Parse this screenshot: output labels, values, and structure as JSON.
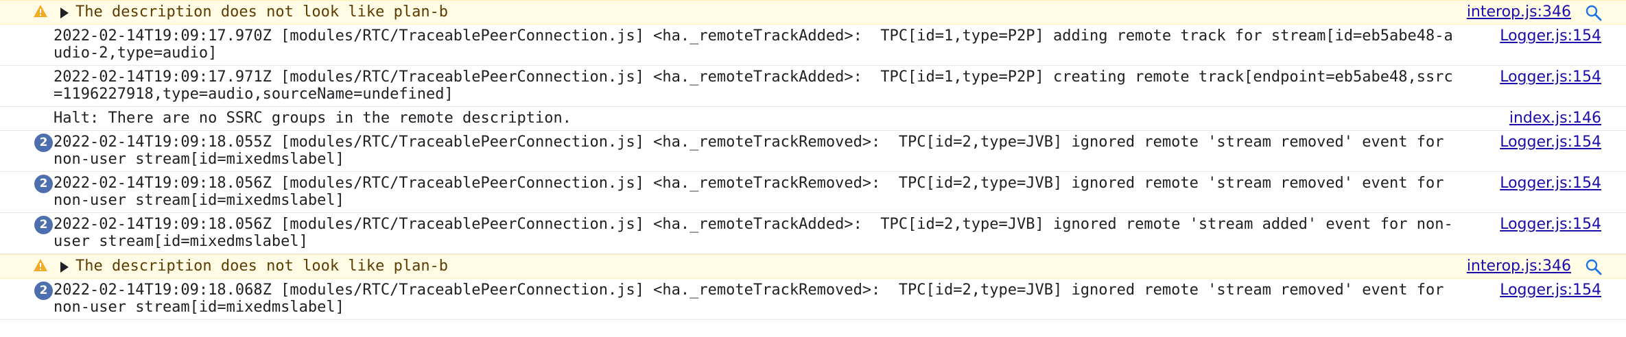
{
  "colors": {
    "warning_bg": "#fffbe5",
    "warning_text": "#5c3c00",
    "link": "#1a0dab",
    "badge": "#4e6fae"
  },
  "icons": {
    "warning": "warning-triangle-icon",
    "expand": "disclosure-triangle-icon",
    "search": "magnifier-icon"
  },
  "rows": [
    {
      "type": "warning",
      "message": "The description does not look like plan-b",
      "source": "interop.js:346"
    },
    {
      "type": "log",
      "message": "2022-02-14T19:09:17.970Z [modules/RTC/TraceablePeerConnection.js] <ha._remoteTrackAdded>:  TPC[id=1,type=P2P] adding remote track for stream[id=eb5abe48-audio-2,type=audio]",
      "source": "Logger.js:154"
    },
    {
      "type": "log",
      "message": "2022-02-14T19:09:17.971Z [modules/RTC/TraceablePeerConnection.js] <ha._remoteTrackAdded>:  TPC[id=1,type=P2P] creating remote track[endpoint=eb5abe48,ssrc=1196227918,type=audio,sourceName=undefined]",
      "source": "Logger.js:154"
    },
    {
      "type": "log",
      "message": "Halt: There are no SSRC groups in the remote description.",
      "source": "index.js:146"
    },
    {
      "type": "repeat",
      "count": "2",
      "message": "2022-02-14T19:09:18.055Z [modules/RTC/TraceablePeerConnection.js] <ha._remoteTrackRemoved>:  TPC[id=2,type=JVB] ignored remote 'stream removed' event for non-user stream[id=mixedmslabel]",
      "source": "Logger.js:154"
    },
    {
      "type": "repeat",
      "count": "2",
      "message": "2022-02-14T19:09:18.056Z [modules/RTC/TraceablePeerConnection.js] <ha._remoteTrackRemoved>:  TPC[id=2,type=JVB] ignored remote 'stream removed' event for non-user stream[id=mixedmslabel]",
      "source": "Logger.js:154"
    },
    {
      "type": "repeat",
      "count": "2",
      "message": "2022-02-14T19:09:18.056Z [modules/RTC/TraceablePeerConnection.js] <ha._remoteTrackAdded>:  TPC[id=2,type=JVB] ignored remote 'stream added' event for non-user stream[id=mixedmslabel]",
      "source": "Logger.js:154"
    },
    {
      "type": "warning",
      "message": "The description does not look like plan-b",
      "source": "interop.js:346"
    },
    {
      "type": "repeat",
      "count": "2",
      "message": "2022-02-14T19:09:18.068Z [modules/RTC/TraceablePeerConnection.js] <ha._remoteTrackRemoved>:  TPC[id=2,type=JVB] ignored remote 'stream removed' event for non-user stream[id=mixedmslabel]",
      "source": "Logger.js:154"
    }
  ]
}
